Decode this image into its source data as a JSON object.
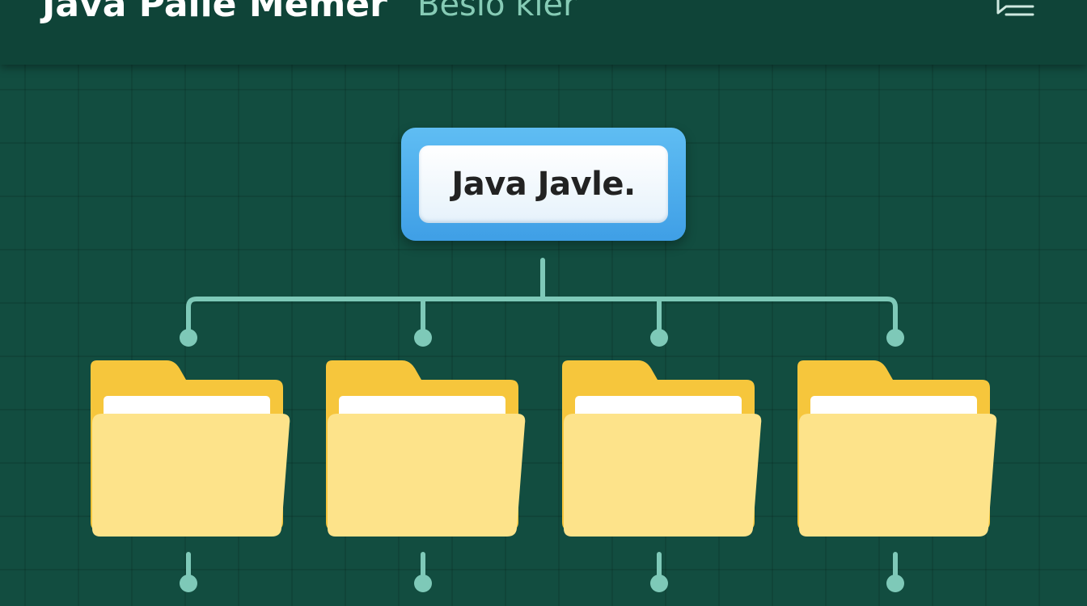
{
  "header": {
    "title": "Java Palle Memer",
    "subtitle": "Besio kier",
    "menu_icon": "menu-icon"
  },
  "tree": {
    "root_label": "Java Javle.",
    "folders": [
      {
        "icon": "folder-icon"
      },
      {
        "icon": "folder-icon"
      },
      {
        "icon": "folder-icon"
      },
      {
        "icon": "folder-icon"
      }
    ]
  },
  "colors": {
    "background": "#124d40",
    "header": "#0f4438",
    "connector": "#7ec9b8",
    "root_border": "#4aa9ec",
    "folder_back": "#f6c63c",
    "folder_front": "#fde38a",
    "paper": "#ffffff"
  }
}
